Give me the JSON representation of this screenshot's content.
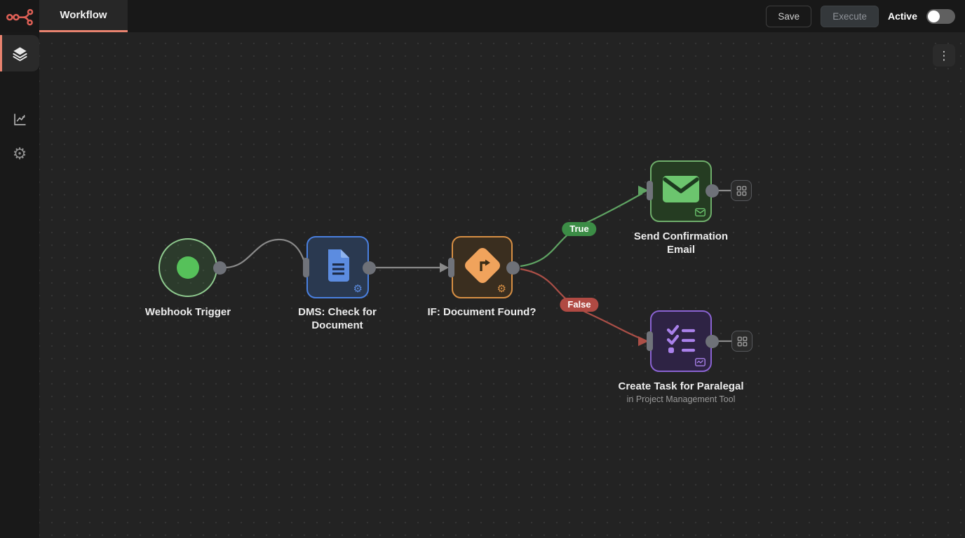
{
  "colors": {
    "accent": "#e8836f",
    "topbar_bg": "#181818",
    "canvas_bg": "#232323",
    "node_webhook_border": "#8fca8f",
    "node_dms_border": "#4a80e0",
    "node_if_border": "#d78f44",
    "node_email_border": "#6fae6b",
    "node_task_border": "#8a63d2",
    "wire_gray": "#8a8a8a",
    "wire_true": "#5fa463",
    "wire_false": "#ab4f47",
    "pill_true_bg": "#3c8d46",
    "pill_false_bg": "#b04a43"
  },
  "topbar": {
    "tab_label": "Workflow",
    "save_label": "Save",
    "execute_label": "Execute",
    "active_label": "Active",
    "active_toggle_state": "off"
  },
  "sidebar": {
    "items": [
      {
        "name": "layers",
        "icon": "layers-icon",
        "active": true
      },
      {
        "name": "executions",
        "icon": "chart-icon",
        "active": false
      },
      {
        "name": "settings",
        "icon": "gear-icon",
        "active": false
      }
    ]
  },
  "canvas": {
    "menu_icon": "kebab-menu-icon",
    "nodes": {
      "webhook": {
        "title": "Webhook Trigger",
        "type": "trigger"
      },
      "dms": {
        "title_line1": "DMS: Check for",
        "title_line2": "Document",
        "icon": "document-icon"
      },
      "if": {
        "title": "IF: Document Found?",
        "icon": "branch-diamond-icon"
      },
      "email": {
        "title_line1": "Send Confirmation",
        "title_line2": "Email",
        "icon": "envelope-icon"
      },
      "task": {
        "title": "Create Task for Paralegal",
        "subtitle": "in Project Management Tool",
        "icon": "checklist-icon"
      }
    },
    "connections": {
      "true_label": "True",
      "false_label": "False"
    }
  }
}
